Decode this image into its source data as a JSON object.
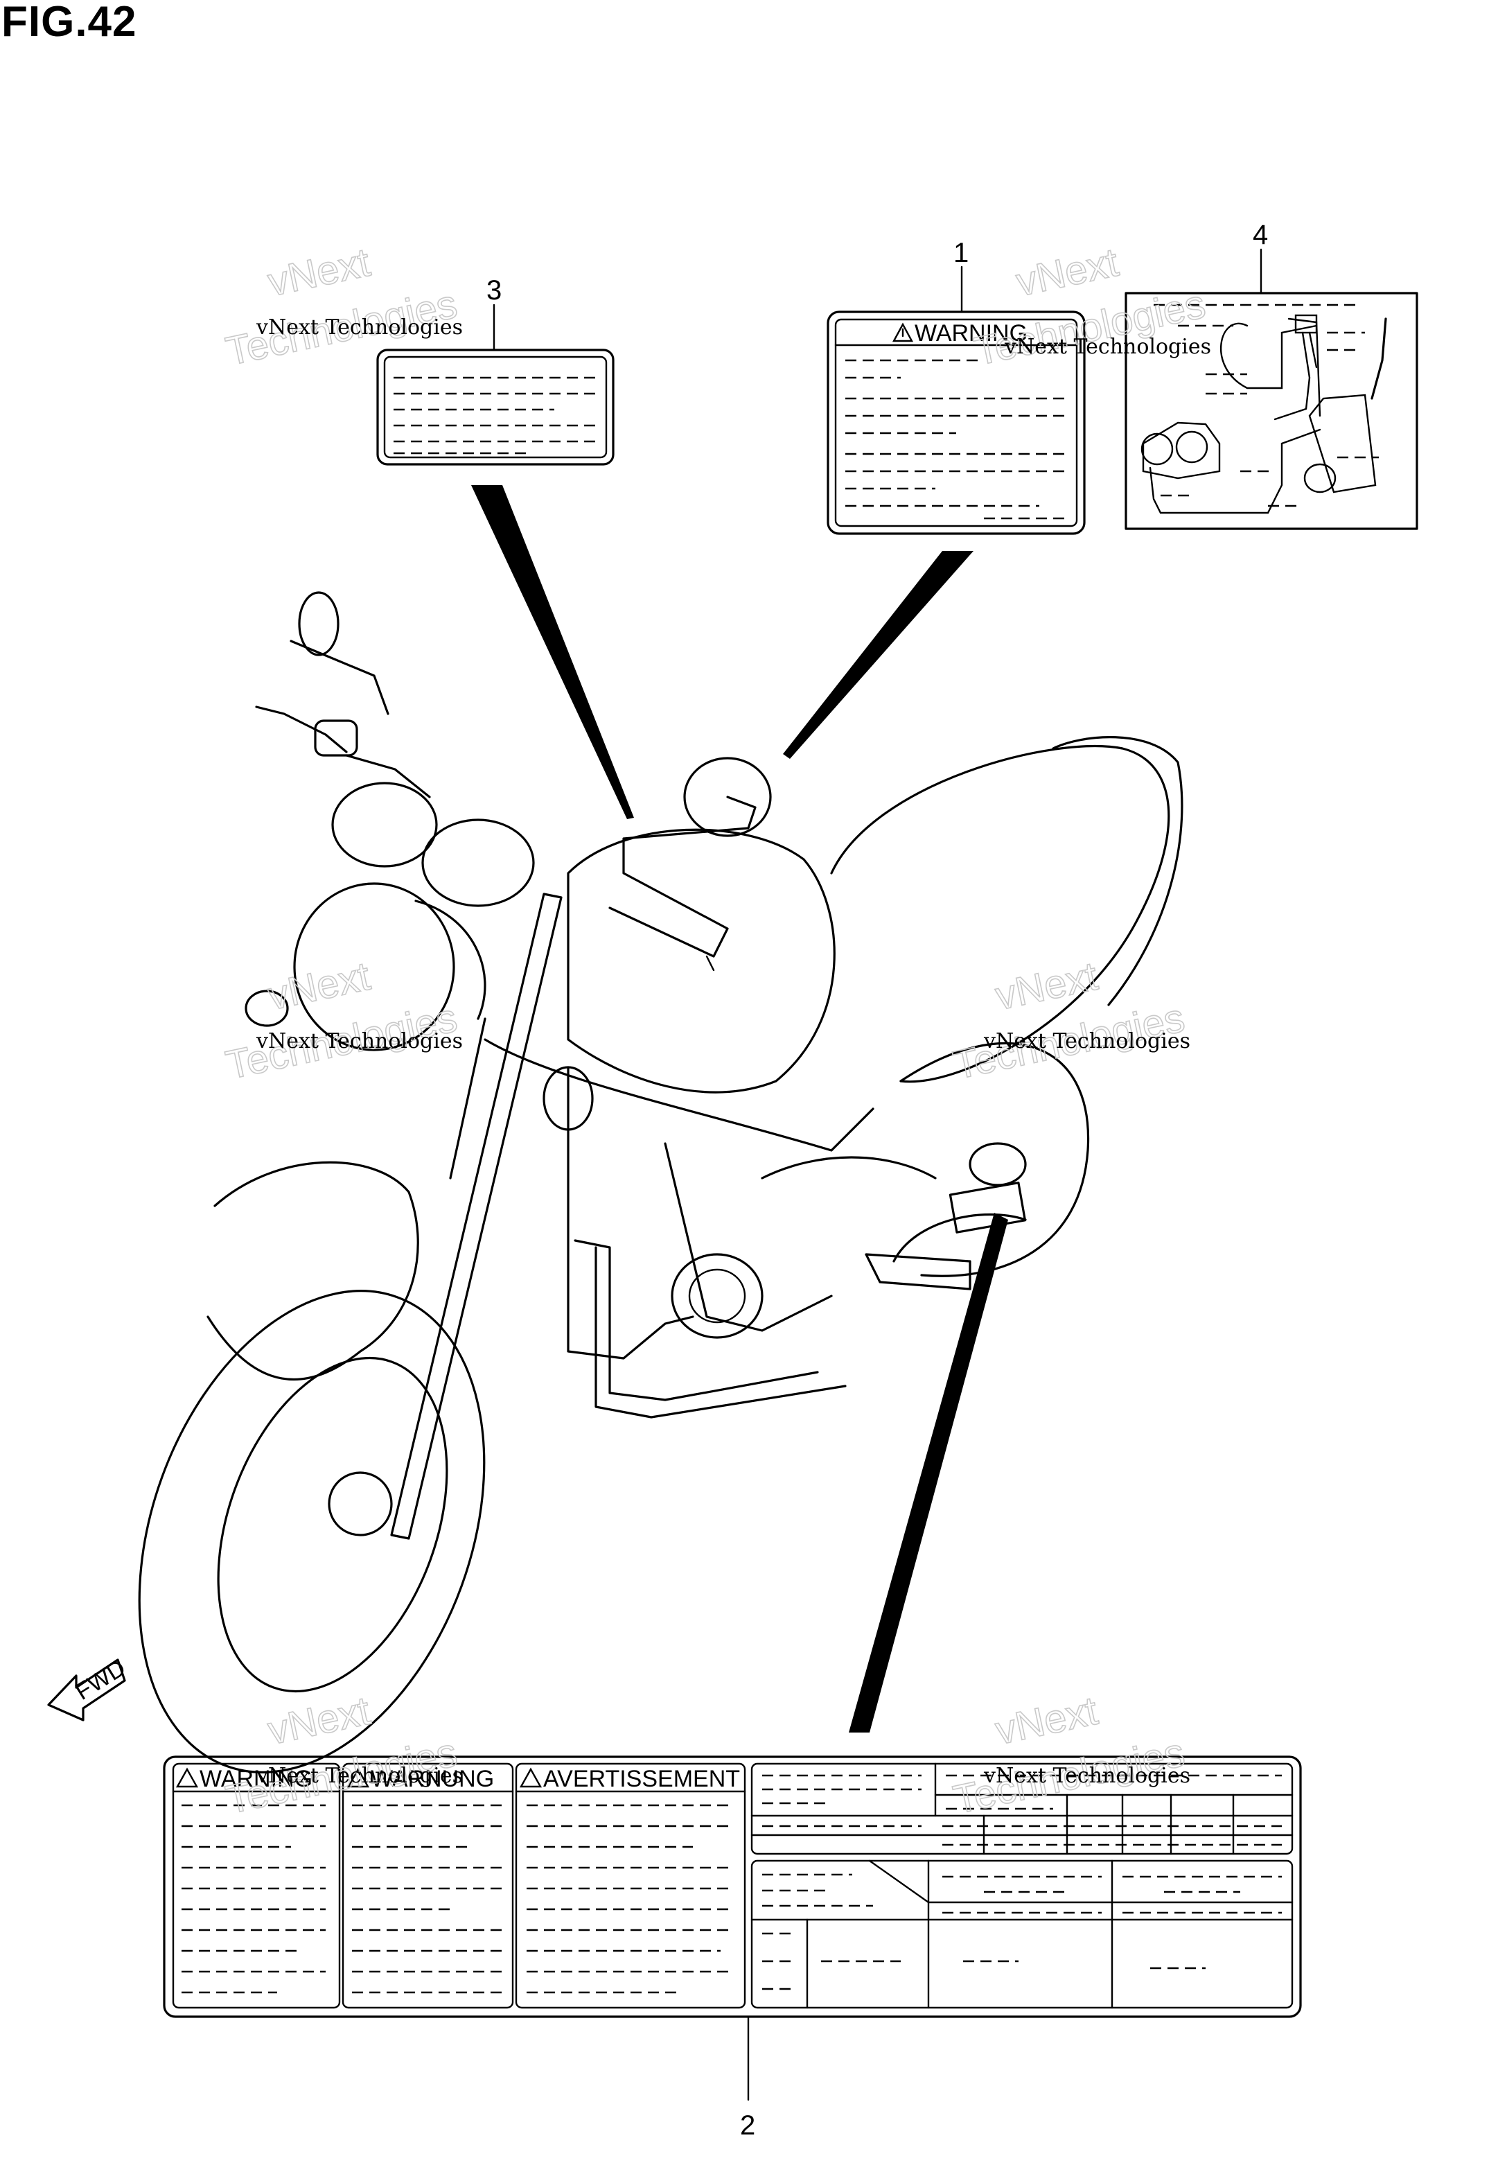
{
  "figure": {
    "title": "FIG.42"
  },
  "callouts": [
    "1",
    "2",
    "3",
    "4"
  ],
  "labels": {
    "warning_en": "WARNING",
    "warning_de": "WARNUNG",
    "warning_fr": "AVERTISSEMENT",
    "fwd": "FWD"
  },
  "watermark": {
    "line1": "vNext Technologies",
    "line2": "vNext",
    "line3": "Technologies"
  },
  "icons": {
    "warning": "warning-triangle-icon",
    "forward": "forward-arrow-icon"
  }
}
